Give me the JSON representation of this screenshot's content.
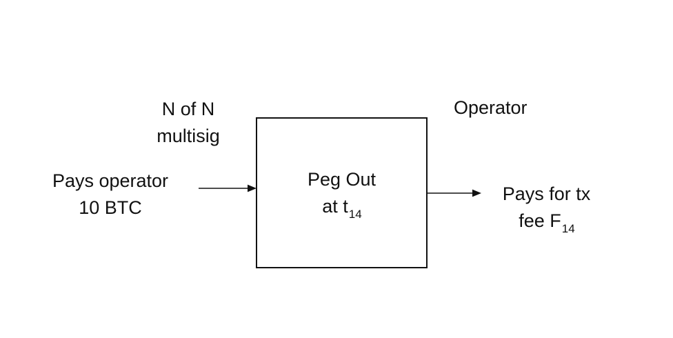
{
  "colors": {
    "background": "#ffffff",
    "ink": "#111111"
  },
  "diagram": {
    "multisig_label": {
      "line1": "N of N",
      "line2": "multisig"
    },
    "payer_label": {
      "line1": "Pays operator",
      "line2": "10 BTC"
    },
    "box": {
      "title_line1": "Peg Out",
      "title_line2_prefix": "at t",
      "title_line2_sub": "14"
    },
    "operator_label": "Operator",
    "fee_label": {
      "line1": "Pays for tx",
      "line2_prefix": "fee F",
      "line2_sub": "14"
    }
  }
}
